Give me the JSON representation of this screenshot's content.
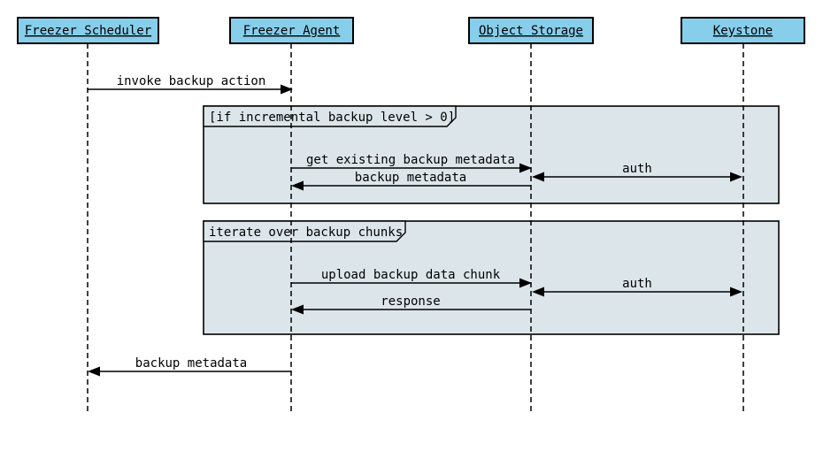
{
  "diagram": {
    "type": "sequence",
    "colors": {
      "actor_fill": "#87CEEB",
      "fragment_fill": "#DCE6EA",
      "stroke": "#000000",
      "background": "#FFFFFF"
    },
    "actors": [
      {
        "name": "Freezer Scheduler"
      },
      {
        "name": "Freezer Agent"
      },
      {
        "name": "Object Storage"
      },
      {
        "name": "Keystone"
      }
    ],
    "fragments": [
      {
        "label": "[if incremental backup level > 0]"
      },
      {
        "label": "iterate over backup chunks"
      }
    ],
    "messages": {
      "invoke": {
        "label": "invoke backup action",
        "from": "Freezer Scheduler",
        "to": "Freezer Agent"
      },
      "get_meta": {
        "label": "get existing backup metadata",
        "from": "Freezer Agent",
        "to": "Object Storage"
      },
      "auth1": {
        "label": "auth",
        "from": "Object Storage",
        "to": "Keystone",
        "bidirectional": true
      },
      "meta_back": {
        "label": "backup metadata",
        "from": "Object Storage",
        "to": "Freezer Agent"
      },
      "upload": {
        "label": "upload backup data chunk",
        "from": "Freezer Agent",
        "to": "Object Storage"
      },
      "auth2": {
        "label": "auth",
        "from": "Object Storage",
        "to": "Keystone",
        "bidirectional": true
      },
      "response": {
        "label": "response",
        "from": "Object Storage",
        "to": "Freezer Agent"
      },
      "final_meta": {
        "label": "backup metadata",
        "from": "Freezer Agent",
        "to": "Freezer Scheduler"
      }
    }
  }
}
